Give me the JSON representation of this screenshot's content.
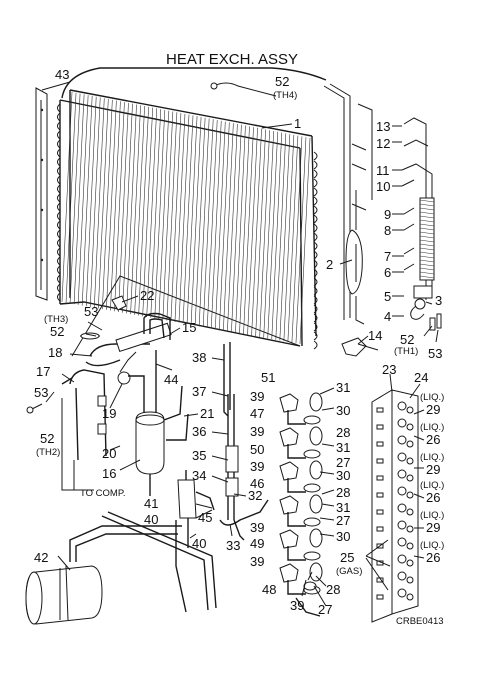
{
  "title": "HEAT EXCH. ASSY",
  "code": "CRBE0413",
  "notes": {
    "th1": "(TH1)",
    "th2": "(TH2)",
    "th3": "(TH3)",
    "th4": "(TH4)",
    "to_comp": "TO COMP.",
    "liq": "(LIQ.)",
    "gas": "(GAS)"
  },
  "callouts": {
    "c43": "43",
    "c52a": "52",
    "c1": "1",
    "c13": "13",
    "c12": "12",
    "c11": "11",
    "c10": "10",
    "c9": "9",
    "c8": "8",
    "c7": "7",
    "c6": "6",
    "c2": "2",
    "c5": "5",
    "c3": "3",
    "c4": "4",
    "c52b": "52",
    "c53a": "53",
    "c14": "14",
    "c53b": "53",
    "c52c": "52",
    "c22": "22",
    "c15": "15",
    "c18": "18",
    "c44": "44",
    "c17": "17",
    "c53c": "53",
    "c19": "19",
    "c52d": "52",
    "c20": "20",
    "c21": "21",
    "c16": "16",
    "c38": "38",
    "c37": "37",
    "c36": "36",
    "c35": "35",
    "c34": "34",
    "c32": "32",
    "c33": "33",
    "c41": "41",
    "c40a": "40",
    "c45": "45",
    "c40b": "40",
    "c42": "42",
    "c51": "51",
    "c39a": "39",
    "c47": "47",
    "c31a": "31",
    "c30a": "30",
    "c39b": "39",
    "c28a": "28",
    "c50": "50",
    "c31b": "31",
    "c39c": "39",
    "c27a": "27",
    "c46": "46",
    "c30b": "30",
    "c28b": "28",
    "c31c": "31",
    "c39d": "39",
    "c27b": "27",
    "c49": "49",
    "c30c": "30",
    "c39e": "39",
    "c48": "48",
    "c28c": "28",
    "c39f": "39",
    "c27c": "27",
    "c23": "23",
    "c24": "24",
    "c29a": "29",
    "c26a": "26",
    "c29b": "29",
    "c26b": "26",
    "c29c": "29",
    "c26c": "26",
    "c25": "25"
  }
}
